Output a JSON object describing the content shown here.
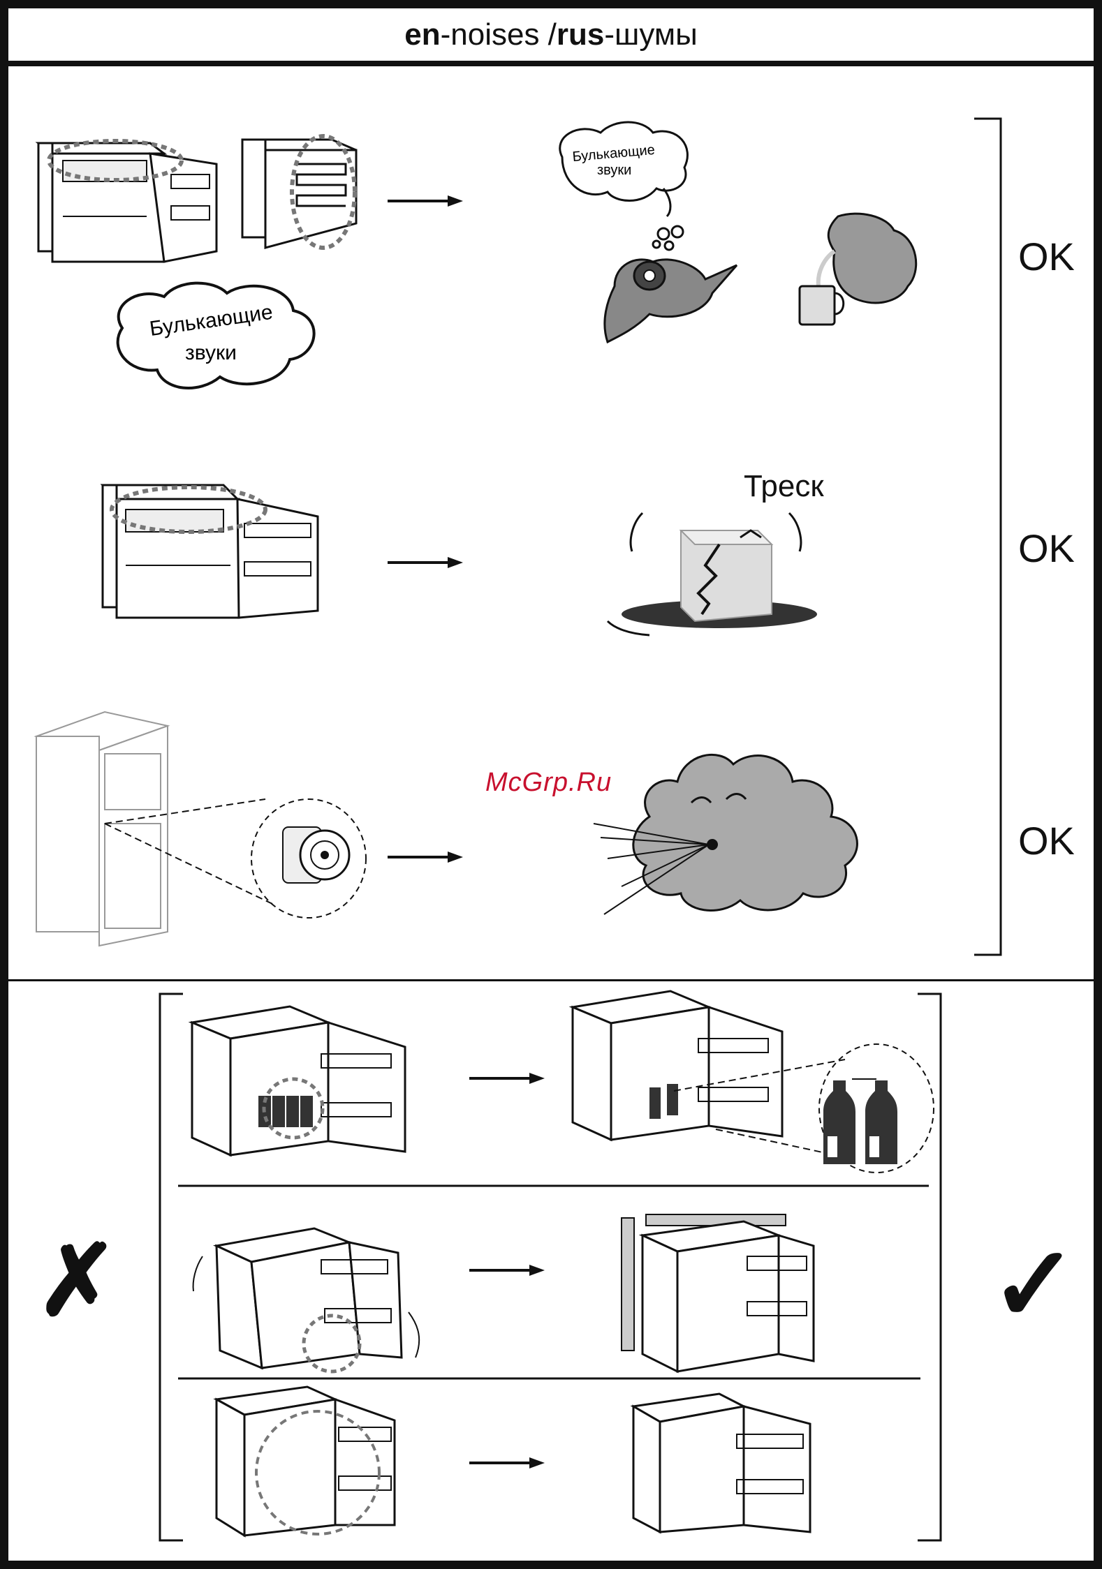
{
  "header": {
    "lang1": "en",
    "text1": "-noises / ",
    "lang2": "rus",
    "text2": "-шумы"
  },
  "top_section": {
    "rows": [
      {
        "status": "OK",
        "bubble_left": {
          "line1": "Булькающие",
          "line2": "звуки"
        },
        "bubble_right": {
          "line1": "Булькающие",
          "line2": "звуки"
        }
      },
      {
        "status": "OK",
        "label": "Треск"
      },
      {
        "status": "OK"
      }
    ]
  },
  "watermark": "McGrp.Ru",
  "bottom_section": {
    "wrong_symbol": "✗",
    "right_symbol": "✓"
  },
  "colors": {
    "ink": "#111111",
    "watermark": "#c8102e",
    "grey": "#888888"
  }
}
